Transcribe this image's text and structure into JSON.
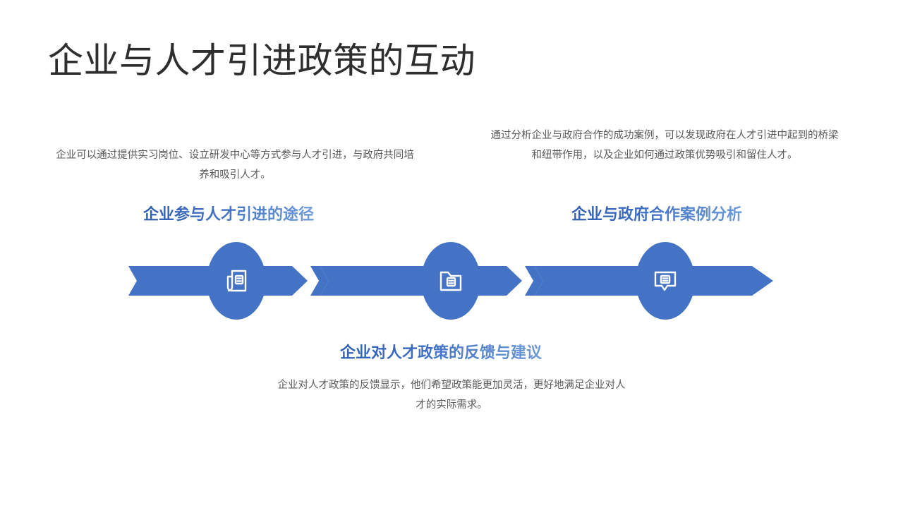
{
  "slide": {
    "title": "企业与人才引进政策的互动",
    "background_color": "#ffffff",
    "title_color": "#2e2e2e",
    "accent_color": "#4472c4",
    "heading_gradient_from": "#2f5fb3",
    "heading_gradient_to": "#6d9ad8",
    "body_text_color": "#59595b"
  },
  "sections": {
    "left": {
      "heading": "企业参与人才引进的途径",
      "description": "企业可以通过提供实习岗位、设立研发中心等方式参与人才引进，与政府共同培养和吸引人才。"
    },
    "right": {
      "heading": "企业与政府合作案例分析",
      "description": "通过分析企业与政府合作的成功案例，可以发现政府在人才引进中起到的桥梁和纽带作用，以及企业如何通过政策优势吸引和留住人才。"
    },
    "bottom": {
      "heading": "企业对人才政策的反馈与建议",
      "description": "企业对人才政策的反馈显示，他们希望政策能更加灵活，更好地满足企业对人才的实际需求。"
    }
  },
  "process_chain": {
    "nodes": [
      {
        "id": 1,
        "icon": "newspaper-icon",
        "label": "企业参与人才引进的途径"
      },
      {
        "id": 2,
        "icon": "folder-icon",
        "label": "企业与政府合作案例分析"
      },
      {
        "id": 3,
        "icon": "speech-bubble-icon",
        "label": "企业对人才政策的反馈与建议"
      }
    ],
    "arrow_count": 6,
    "arrow_color": "#4472c4",
    "direction": "left-to-right"
  }
}
